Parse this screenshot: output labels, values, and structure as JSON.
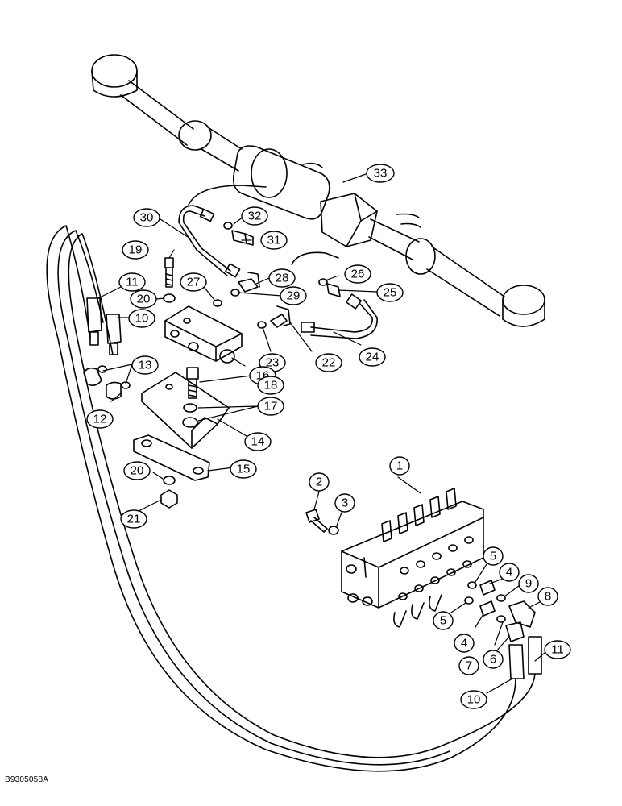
{
  "figure_id": "B9305058A",
  "callouts": {
    "c1": "1",
    "c2": "2",
    "c3": "3",
    "c4a": "4",
    "c4b": "4",
    "c5a": "5",
    "c5b": "5",
    "c6": "6",
    "c7": "7",
    "c8": "8",
    "c9": "9",
    "c10a": "10",
    "c10b": "10",
    "c11a": "11",
    "c11b": "11",
    "c12": "12",
    "c13": "13",
    "c14": "14",
    "c15": "15",
    "c16": "16",
    "c17": "17",
    "c18": "18",
    "c19": "19",
    "c20a": "20",
    "c20b": "20",
    "c21": "21",
    "c22": "22",
    "c23": "23",
    "c24": "24",
    "c25": "25",
    "c26": "26",
    "c27": "27",
    "c28": "28",
    "c29": "29",
    "c30": "30",
    "c31": "31",
    "c32": "32",
    "c33": "33"
  }
}
